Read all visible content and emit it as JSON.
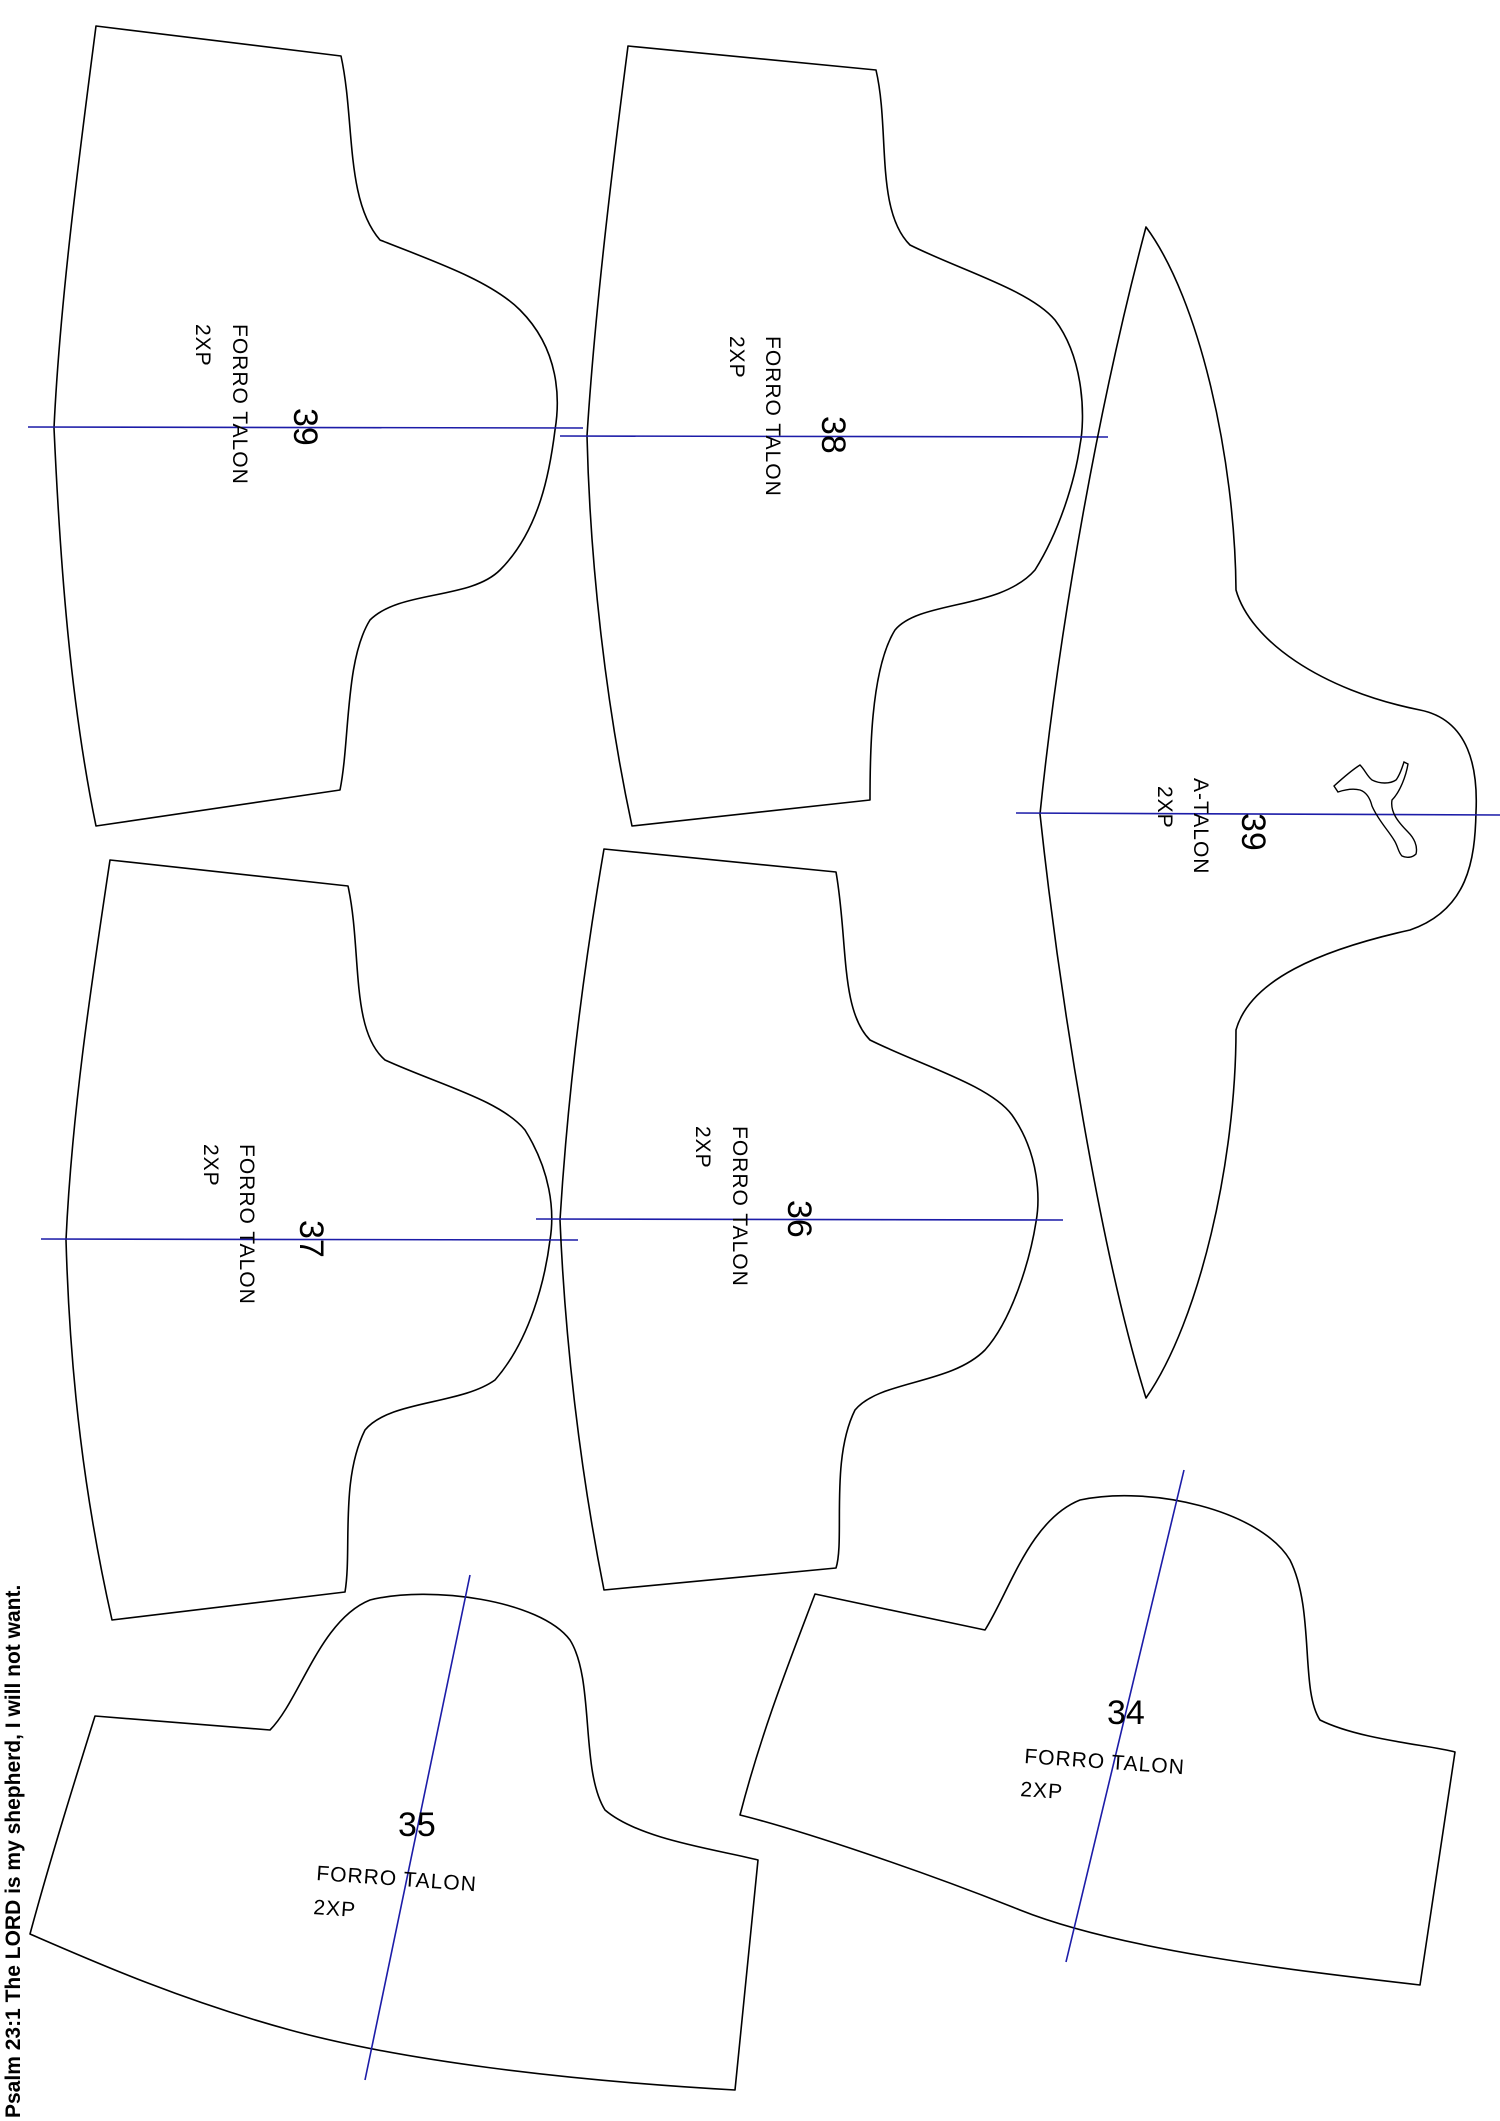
{
  "verse": "Psalm 23:1 The LORD is my shepherd, I will not want.",
  "pieces": {
    "p39_forro": {
      "size": "39",
      "name": "FORRO TALON",
      "qty": "2XP"
    },
    "p38_forro": {
      "size": "38",
      "name": "FORRO TALON",
      "qty": "2XP"
    },
    "p39_atalon": {
      "size": "39",
      "name": "A-TALON",
      "qty": "2XP",
      "logo": "puma-cat-icon"
    },
    "p37_forro": {
      "size": "37",
      "name": "FORRO TALON",
      "qty": "2XP"
    },
    "p36_forro": {
      "size": "36",
      "name": "FORRO TALON",
      "qty": "2XP"
    },
    "p35_forro": {
      "size": "35",
      "name": "FORRO TALON",
      "qty": "2XP"
    },
    "p34_forro": {
      "size": "34",
      "name": "FORRO TALON",
      "qty": "2XP"
    }
  },
  "colors": {
    "outline": "#000000",
    "grain_line": "#1c1ca8"
  }
}
